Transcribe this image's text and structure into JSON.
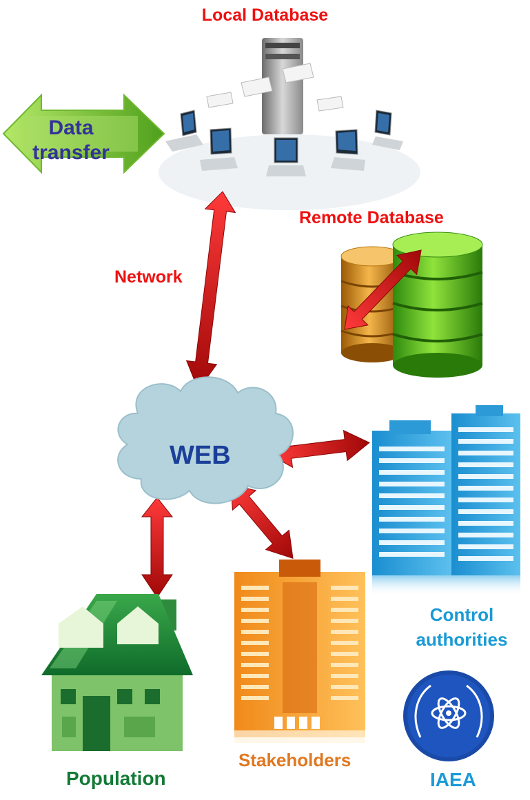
{
  "labels": {
    "local_database": "Local Database",
    "remote_database": "Remote Database",
    "network": "Network",
    "web": "WEB",
    "data_transfer": "Data transfer",
    "control_authorities": "Control authorities",
    "stakeholders": "Stakeholders",
    "population": "Population",
    "iaea": "IAEA"
  },
  "colors": {
    "local_database": "#ee1111",
    "remote_database": "#ee1111",
    "network": "#ee1111",
    "web": "#1a3f99",
    "data_transfer": "#333399",
    "control_authorities": "#1a9ad6",
    "stakeholders": "#e07820",
    "population": "#137a36",
    "iaea": "#1a9ad6",
    "arrow": "#d41010",
    "cloud": "#b5d3dc"
  },
  "icons": {
    "local_database": "server-with-laptops-icon",
    "remote_database": "database-cylinders-icon",
    "web": "cloud-icon",
    "control_authorities": "office-buildings-icon",
    "stakeholders": "tower-building-icon",
    "population": "house-icon",
    "iaea": "iaea-logo-icon",
    "data_transfer": "double-arrow-icon"
  }
}
